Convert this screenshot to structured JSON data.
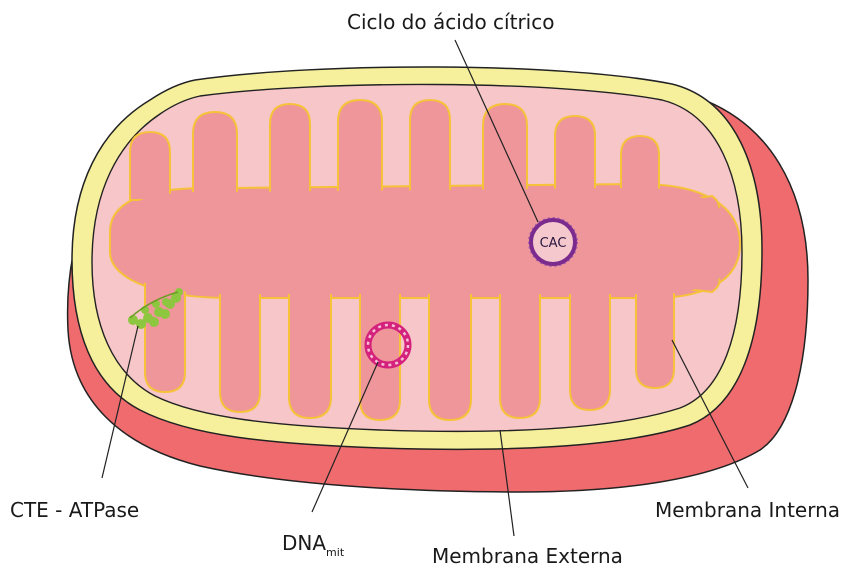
{
  "labels": {
    "citric_cycle": "Ciclo do ácido cítrico",
    "cac": "CAC",
    "cte_atpase": "CTE - ATPase",
    "dna": "DNA",
    "dna_sub": "mit",
    "outer_membrane": "Membrana Externa",
    "inner_membrane": "Membrana Interna"
  },
  "colors": {
    "outer_membrane_fill": "#ef6b6e",
    "membrane_band": "#f6f09c",
    "intermembrane_space": "#f7c6c8",
    "matrix_fill": "#ee969a",
    "cristae_edge": "#f5c23a",
    "outline": "#222222",
    "atpase": "#8dc63f",
    "dna_ring": "#d4217c",
    "cac_ring": "#7b2a8e"
  }
}
